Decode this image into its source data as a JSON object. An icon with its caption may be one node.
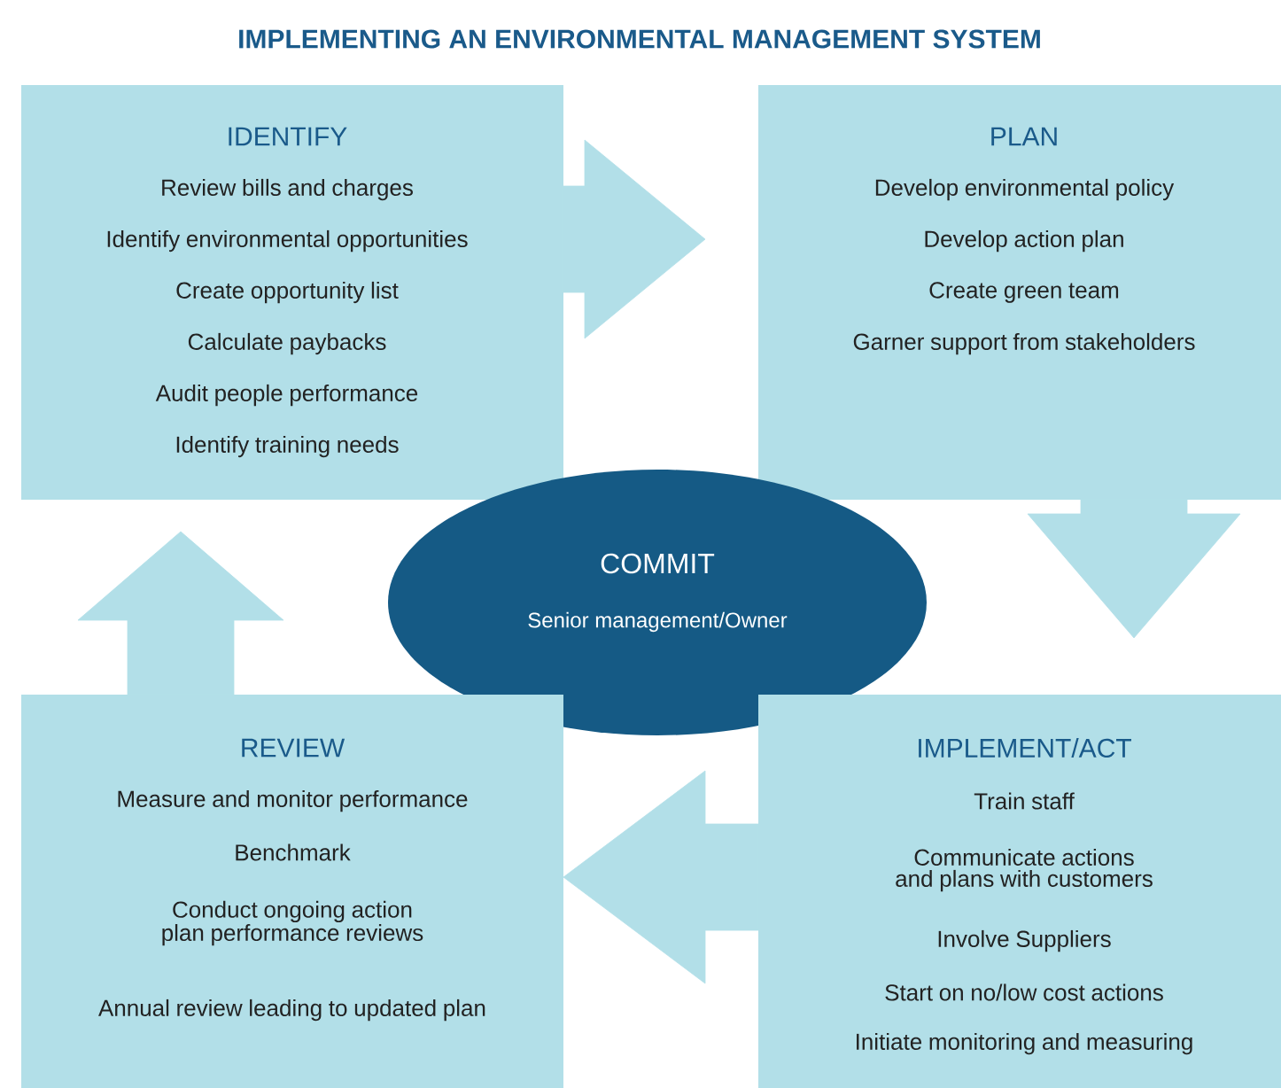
{
  "diagram": {
    "title": "IMPLEMENTING AN ENVIRONMENTAL MANAGEMENT SYSTEM",
    "nodes": [
      {
        "text": [
          "IDENTIFY",
          "Review bills and charges",
          "Identify environmental opportunities",
          "Create opportunity list",
          "Calculate paybacks",
          "Audit people performance",
          "Identify training needs"
        ]
      },
      {
        "text": [
          "PLAN",
          "Develop environmental policy",
          "Develop action plan",
          "Create green team",
          "Garner support from stakeholders"
        ]
      },
      {
        "text": [
          "COMMIT",
          "Senior management/Owner"
        ]
      },
      {
        "text": [
          "REVIEW",
          "Measure and monitor performance",
          "Benchmark",
          "Conduct ongoing action plan performance reviews",
          "Annual review leading to updated plan"
        ]
      },
      {
        "text": [
          "IMPLEMENT/ACT",
          "Train staff",
          "Communicate actions and plans with customers",
          "Involve Suppliers",
          "Start on no/low cost actions",
          "Initiate monitoring and measuring"
        ]
      }
    ],
    "edges": [
      {
        "from": 0,
        "to": 1,
        "arrow": "to"
      },
      {
        "from": 1,
        "to": 4,
        "arrow": "to"
      },
      {
        "from": 4,
        "to": 3,
        "arrow": "to"
      },
      {
        "from": 3,
        "to": 0,
        "arrow": "to"
      }
    ]
  }
}
